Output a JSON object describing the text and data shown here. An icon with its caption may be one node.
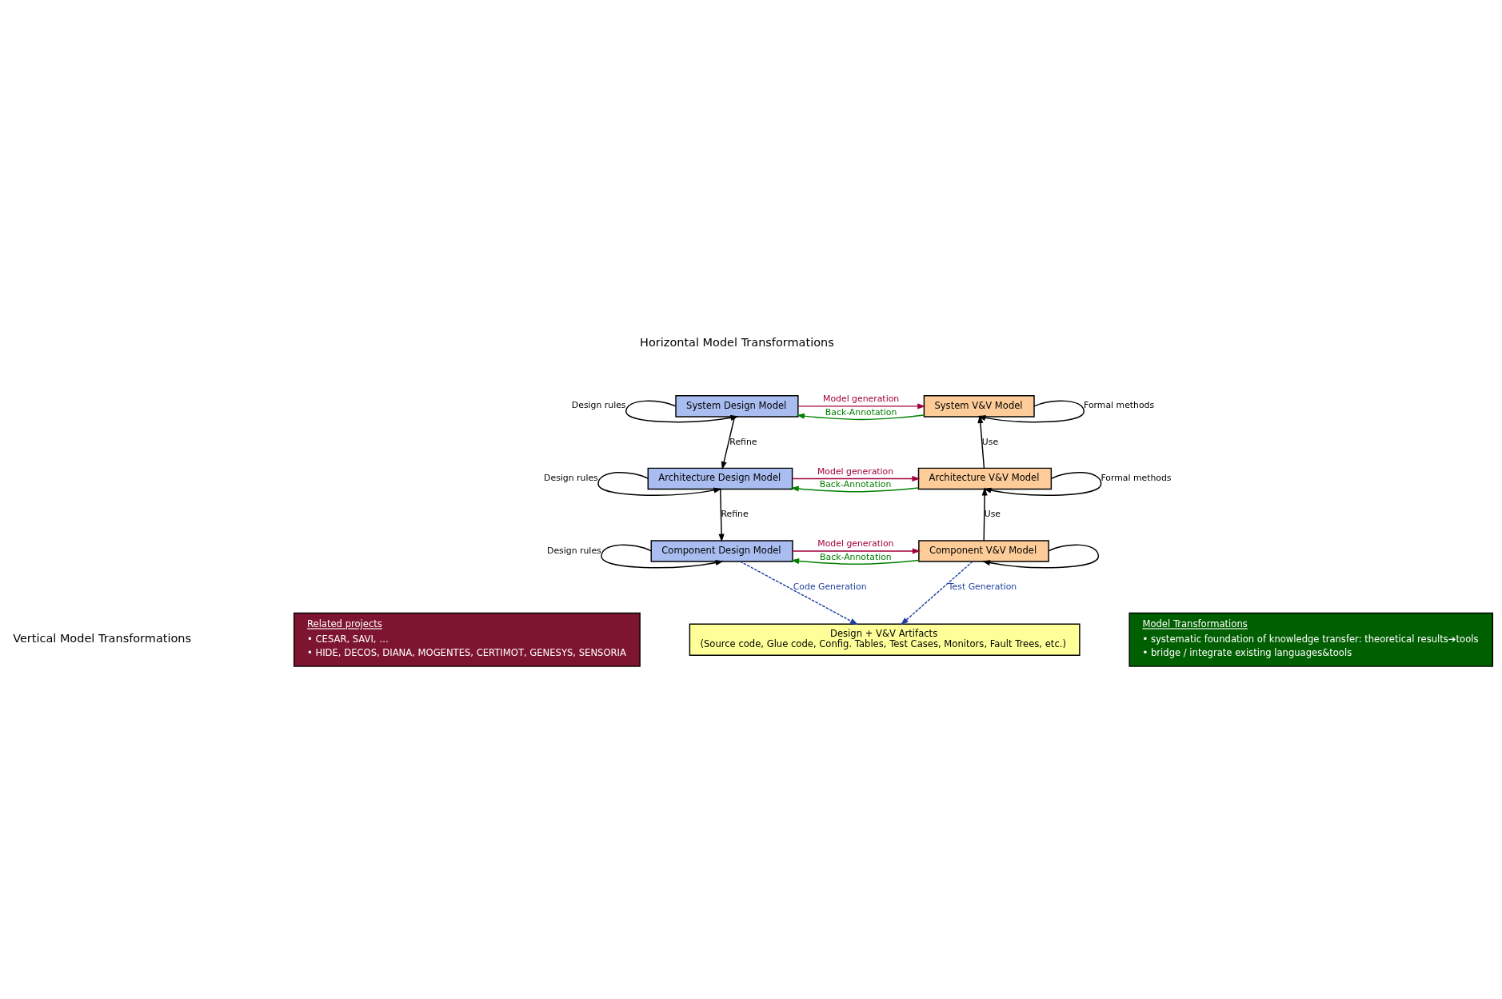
{
  "diagram": {
    "nodes": [
      {
        "text": [
          "System Design Model"
        ]
      },
      {
        "text": [
          "System V&V Model"
        ]
      },
      {
        "text": [
          "Architecture Design Model"
        ]
      },
      {
        "text": [
          "Architecture V&V Model"
        ]
      },
      {
        "text": [
          "Component Design Model"
        ]
      },
      {
        "text": [
          "Component V&V Model"
        ]
      },
      {
        "text": [
          "Design + V&V Artifacts",
          "(Source code, Glue code, Config. Tables, Test Cases, Monitors, Fault Trees, etc.)"
        ]
      },
      {
        "text": [
          "Related projects",
          "• CESAR, SAVI, …",
          "• HIDE, DECOS, DIANA, MOGENTES, CERTIMOT, GENESYS, SENSORIA"
        ]
      },
      {
        "text": [
          "Model Transformations",
          "• systematic foundation of knowledge transfer: theoretical results➔tools",
          "• bridge / integrate existing languages&tools"
        ]
      }
    ],
    "edges": [
      {
        "from": 0,
        "to": 1,
        "arrow": "to",
        "label": "Model generation",
        "color": "#a0003c"
      },
      {
        "from": 1,
        "to": 0,
        "arrow": "to",
        "label": "Back-Annotation",
        "color": "#008000"
      },
      {
        "from": 0,
        "to": 0,
        "arrow": "to",
        "label": "Design rules"
      },
      {
        "from": 1,
        "to": 1,
        "arrow": "to",
        "label": "Formal methods"
      },
      {
        "from": 0,
        "to": 2,
        "arrow": "to",
        "label": "Refine"
      },
      {
        "from": 3,
        "to": 1,
        "arrow": "to",
        "label": "Use"
      },
      {
        "from": 2,
        "to": 3,
        "arrow": "to",
        "label": "Model generation",
        "color": "#a0003c"
      },
      {
        "from": 3,
        "to": 2,
        "arrow": "to",
        "label": "Back-Annotation",
        "color": "#008000"
      },
      {
        "from": 2,
        "to": 2,
        "arrow": "to",
        "label": "Design rules"
      },
      {
        "from": 3,
        "to": 3,
        "arrow": "to",
        "label": "Formal methods"
      },
      {
        "from": 2,
        "to": 4,
        "arrow": "to",
        "label": "Refine"
      },
      {
        "from": 5,
        "to": 3,
        "arrow": "to",
        "label": "Use"
      },
      {
        "from": 4,
        "to": 5,
        "arrow": "to",
        "label": "Model generation",
        "color": "#a0003c"
      },
      {
        "from": 5,
        "to": 4,
        "arrow": "to",
        "label": "Back-Annotation",
        "color": "#008000"
      },
      {
        "from": 4,
        "to": 4,
        "arrow": "to",
        "label": "Design rules"
      },
      {
        "from": 5,
        "to": 5,
        "arrow": "to"
      },
      {
        "from": 4,
        "to": 6,
        "arrow": "to",
        "label": "Code Generation",
        "style": "dashed",
        "color": "#1f3fa0"
      },
      {
        "from": 5,
        "to": 6,
        "arrow": "to",
        "label": "Test Generation",
        "style": "dashed",
        "color": "#1f3fa0"
      }
    ],
    "labels": [
      "Horizontal Model Transformations",
      "Vertical Model Transformations"
    ]
  }
}
